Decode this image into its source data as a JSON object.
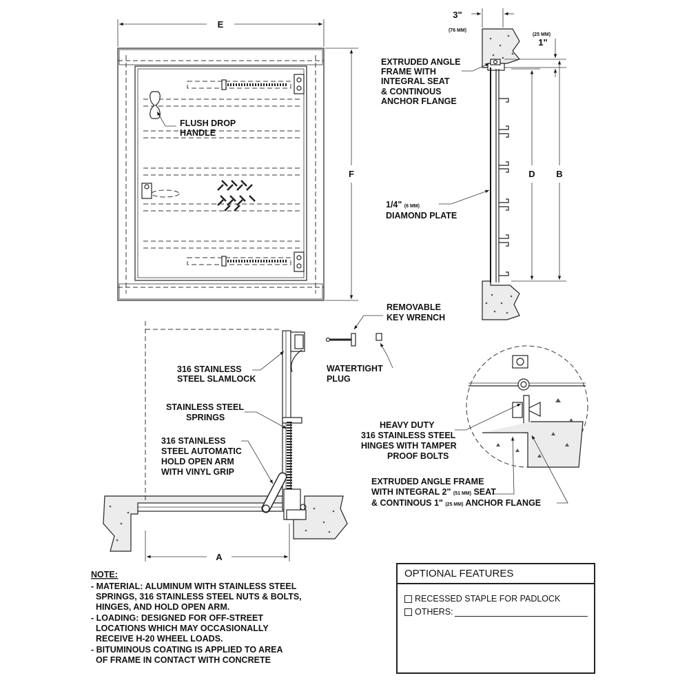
{
  "dimensions": {
    "e": "E",
    "f": "F",
    "d": "D",
    "b": "B",
    "a": "A",
    "three_in": "3\"",
    "seventy_six_mm": "(76 MM)",
    "twenty_five_mm": "(25 MM)",
    "one_in": "1\""
  },
  "labels": {
    "extruded_frame_top": [
      "EXTRUDED ANGLE",
      "FRAME WITH",
      "INTEGRAL SEAT",
      "& CONTINOUS",
      "ANCHOR FLANGE"
    ],
    "flush_handle": [
      "FLUSH DROP",
      "HANDLE"
    ],
    "diamond_plate_size": "1/4\"",
    "diamond_plate_mm": "(6 MM)",
    "diamond_plate": "DIAMOND PLATE",
    "key_wrench": [
      "REMOVABLE",
      "KEY WRENCH"
    ],
    "plug": [
      "WATERTIGHT",
      "PLUG"
    ],
    "slamlock": [
      "316 STAINLESS",
      "STEEL SLAMLOCK"
    ],
    "springs": [
      "STAINLESS STEEL",
      "SPRINGS"
    ],
    "hold_arm": [
      "316 STAINLESS",
      "STEEL AUTOMATIC",
      "HOLD OPEN ARM",
      "WITH VINYL GRIP"
    ],
    "hinges": [
      "HEAVY DUTY",
      "316 STAINLESS STEEL",
      "HINGES WITH TAMPER",
      "PROOF BOLTS"
    ],
    "extruded_frame_bottom_1": "EXTRUDED ANGLE FRAME",
    "extruded_frame_bottom_2a": "WITH INTEGRAL 2\"",
    "extruded_frame_bottom_2mm": "(51 MM)",
    "extruded_frame_bottom_2b": "SEAT",
    "extruded_frame_bottom_3a": "& CONTINOUS 1\"",
    "extruded_frame_bottom_3mm": "(25 MM)",
    "extruded_frame_bottom_3b": "ANCHOR FLANGE"
  },
  "notes": {
    "heading": "NOTE:",
    "lines": [
      "- MATERIAL: ALUMINUM WITH STAINLESS STEEL",
      "  SPRINGS, 316 STAINLESS STEEL NUTS & BOLTS,",
      "  HINGES, AND HOLD OPEN ARM.",
      "- LOADING: DESIGNED FOR OFF-STREET",
      "  LOCATIONS WHICH MAY OCCASIONALLY",
      "  RECEIVE H-20 WHEEL LOADS.",
      "- BITUMINOUS COATING IS APPLIED TO AREA",
      "  OF FRAME IN CONTACT WITH CONCRETE"
    ]
  },
  "optional_features": {
    "title": "OPTIONAL FEATURES",
    "items": [
      "RECESSED STAPLE FOR PADLOCK",
      "OTHERS:"
    ]
  }
}
